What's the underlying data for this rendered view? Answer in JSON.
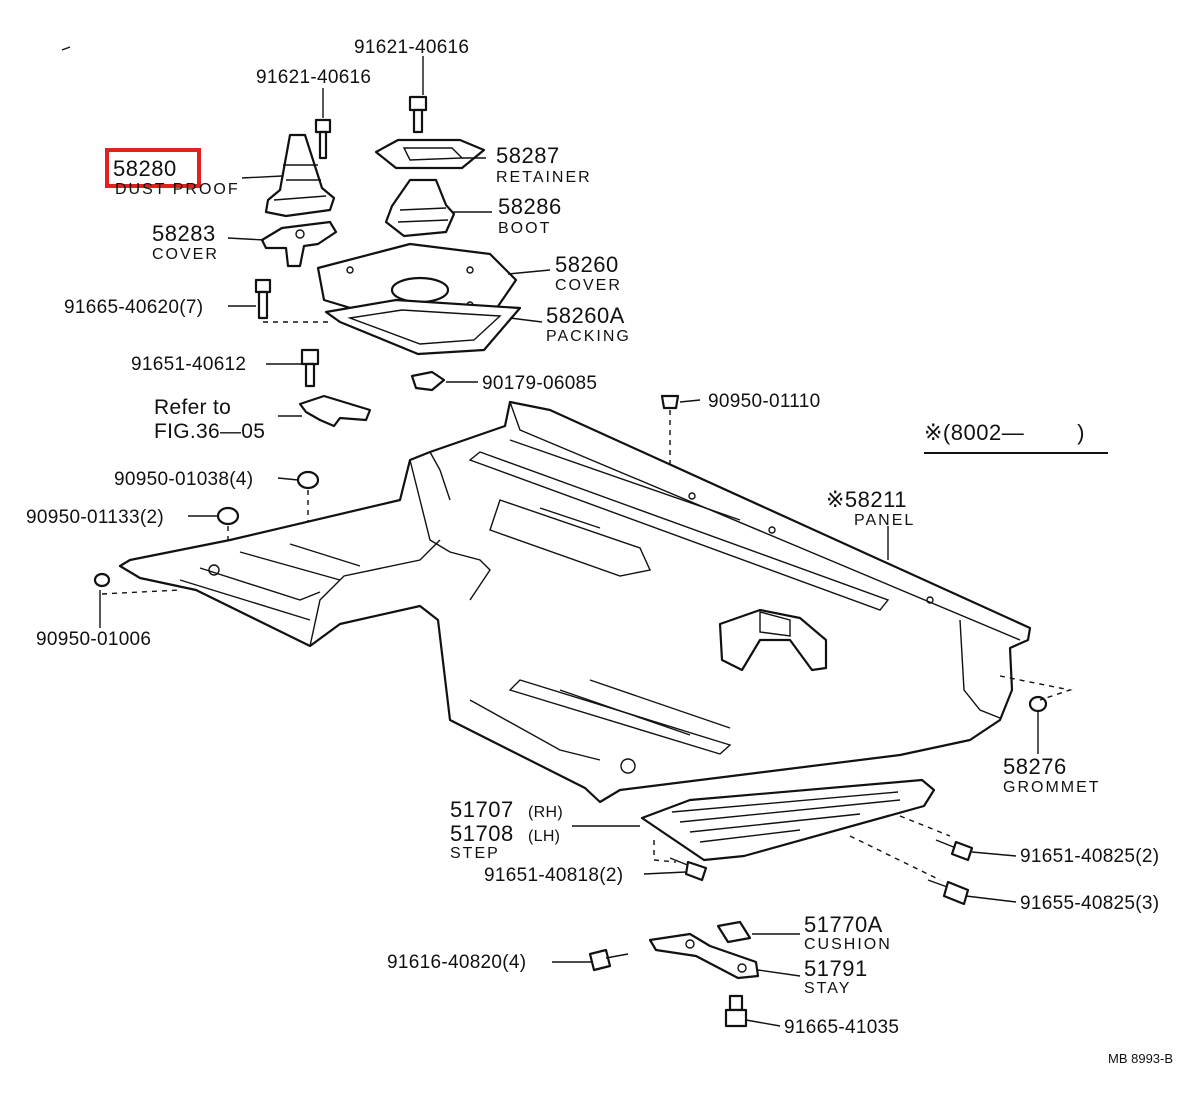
{
  "callouts": {
    "p58280": {
      "number": "58280",
      "desc": "DUST PROOF"
    },
    "p58283": {
      "number": "58283",
      "desc": "COVER"
    },
    "p58287": {
      "number": "58287",
      "desc": "RETAINER"
    },
    "p58286": {
      "number": "58286",
      "desc": "BOOT"
    },
    "p58260": {
      "number": "58260",
      "desc": "COVER"
    },
    "p58260a": {
      "number": "58260A",
      "desc": "PACKING"
    },
    "p58211": {
      "number": "※58211",
      "desc": "PANEL"
    },
    "p58276": {
      "number": "58276",
      "desc": "GROMMET"
    },
    "p51707": {
      "number": "51707",
      "suffix": "(RH)"
    },
    "p51708": {
      "number": "51708",
      "suffix": "(LH)",
      "desc": "STEP"
    },
    "p51770a": {
      "number": "51770A",
      "desc": "CUSHION"
    },
    "p51791": {
      "number": "51791",
      "desc": "STAY"
    }
  },
  "fasteners": {
    "f1": "91621-40616",
    "f2": "91621-40616",
    "f3": "91665-40620(7)",
    "f4": "91651-40612",
    "f5": "90179-06085",
    "f6": "90950-01110",
    "f7": "90950-01038(4)",
    "f8": "90950-01133(2)",
    "f9": "90950-01006",
    "f10": "91651-40825(2)",
    "f11": "91651-40818(2)",
    "f12": "91655-40825(3)",
    "f13": "91616-40820(4)",
    "f14": "91665-41035"
  },
  "refer": {
    "line1": "Refer to",
    "line2": "FIG.36—05"
  },
  "serial_note": "※(8002—        )",
  "drawing_code": "MB 8993-B",
  "highlight": {
    "part": "58280",
    "color": "#e3211c"
  }
}
